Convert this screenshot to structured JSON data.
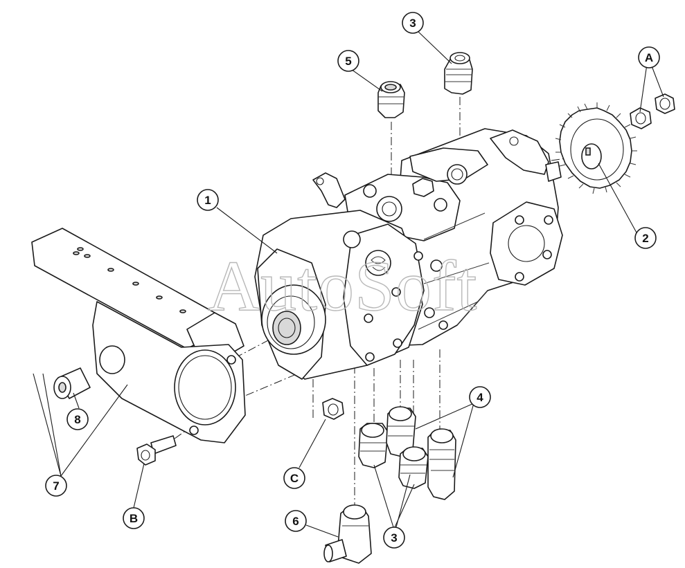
{
  "watermark": "AutoSoft",
  "callouts": {
    "c1": "1",
    "c2": "2",
    "c3_top": "3",
    "c3_bottom": "3",
    "c4": "4",
    "c5": "5",
    "c6": "6",
    "c7": "7",
    "c8": "8",
    "cA": "A",
    "cB": "B",
    "cC": "C"
  },
  "parts": [
    "pump-assembly",
    "drive-gear",
    "straight-fitting",
    "fitting-extended",
    "small-fitting",
    "elbow-fitting",
    "mounting-bracket",
    "spacer-bushing",
    "nut-pair",
    "flange-bolt",
    "nut"
  ]
}
